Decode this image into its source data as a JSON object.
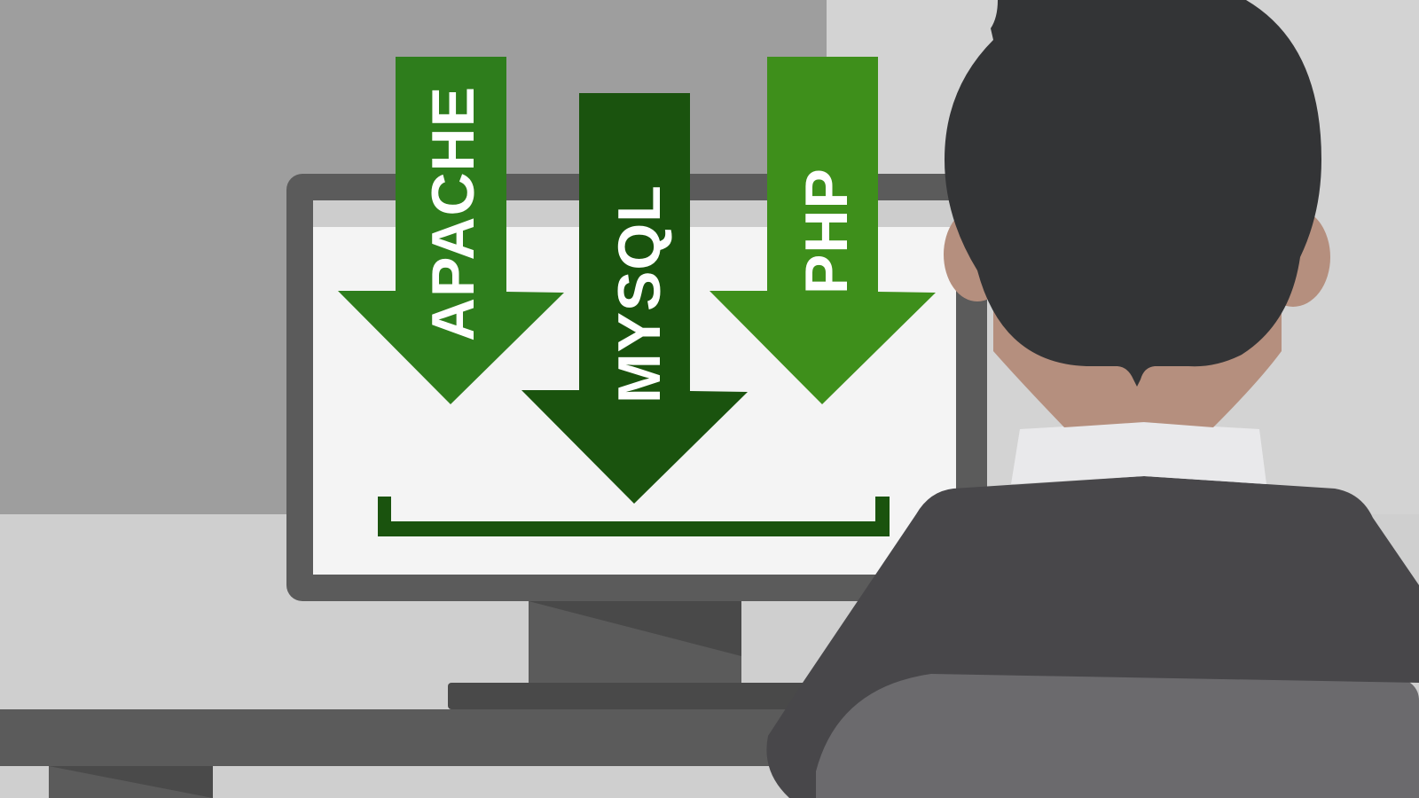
{
  "scene": {
    "description": "Person seen from behind sitting at a computer monitor while three software packages download into a tray",
    "colors": {
      "background_light": "#cfcfcf",
      "back_wall_panel": "#9e9e9e",
      "right_wall": "#d3d3d3",
      "monitor_frame": "#5b5b5b",
      "monitor_screen": "#f4f4f4",
      "screen_titlebar": "#cdcdcd",
      "monitor_stand_dark": "#494949",
      "desk_top": "#5b5b5b",
      "hair": "#333436",
      "skin": "#b58f7e",
      "collar": "#e9e9eb",
      "jacket": "#48474a",
      "chair": "#6b6a6d",
      "arrow_apache": "#2e7d1c",
      "arrow_mysql": "#1a530e",
      "arrow_php": "#3e8f1b",
      "tray": "#1a530e"
    }
  },
  "arrows": [
    {
      "label": "APACHE",
      "color": "#2e7d1c",
      "icon": "download-arrow-icon"
    },
    {
      "label": "MYSQL",
      "color": "#1a530e",
      "icon": "download-arrow-icon"
    },
    {
      "label": "PHP",
      "color": "#3e8f1b",
      "icon": "download-arrow-icon"
    }
  ],
  "tray": {
    "icon": "download-tray-icon"
  }
}
